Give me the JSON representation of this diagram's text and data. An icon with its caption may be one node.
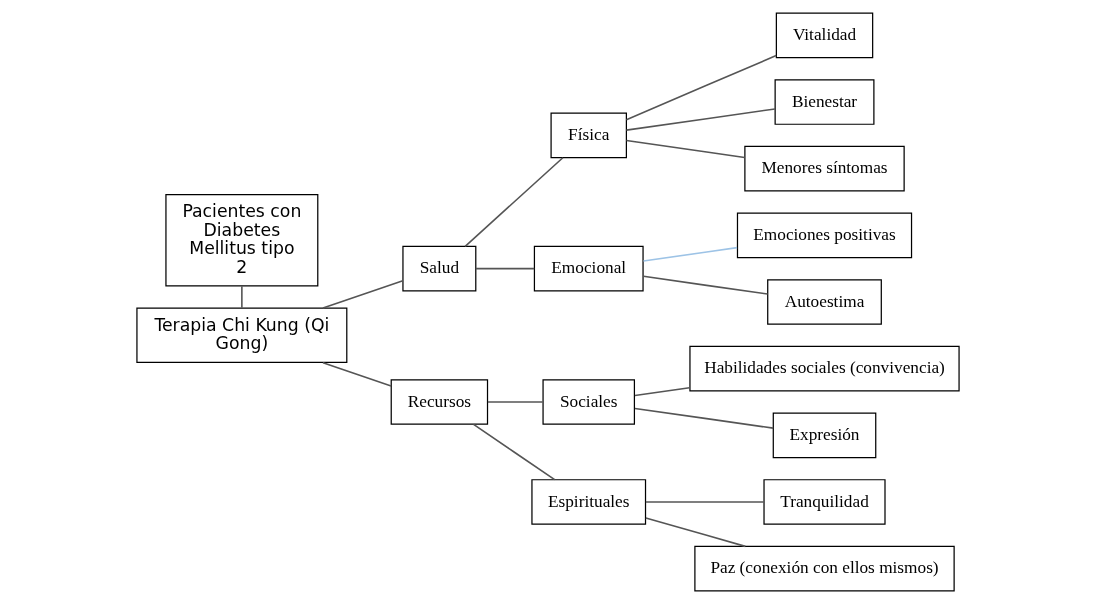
{
  "diagram": {
    "nodes": [
      {
        "text": [
          "Pacientes con Diabetes Mellitus tipo 2"
        ]
      },
      {
        "text": [
          "Terapia Chi Kung (Qi Gong)"
        ]
      },
      {
        "text": [
          "Salud"
        ]
      },
      {
        "text": [
          "Recursos"
        ]
      },
      {
        "text": [
          "Física"
        ]
      },
      {
        "text": [
          "Emocional"
        ]
      },
      {
        "text": [
          "Vitalidad"
        ]
      },
      {
        "text": [
          "Bienestar"
        ]
      },
      {
        "text": [
          "Menores síntomas"
        ]
      },
      {
        "text": [
          "Emociones positivas"
        ]
      },
      {
        "text": [
          "Autoestima"
        ]
      },
      {
        "text": [
          "Sociales"
        ]
      },
      {
        "text": [
          "Espirituales"
        ]
      },
      {
        "text": [
          "Habilidades sociales (convivencia)"
        ]
      },
      {
        "text": [
          "Expresión"
        ]
      },
      {
        "text": [
          "Tranquilidad"
        ]
      },
      {
        "text": [
          "Paz (conexión con ellos mismos)"
        ]
      }
    ],
    "edges": [
      {
        "from": 0,
        "to": 1,
        "arrow": "none"
      },
      {
        "from": 1,
        "to": 2,
        "arrow": "none"
      },
      {
        "from": 1,
        "to": 3,
        "arrow": "none"
      },
      {
        "from": 2,
        "to": 4,
        "arrow": "none"
      },
      {
        "from": 2,
        "to": 5,
        "arrow": "none"
      },
      {
        "from": 4,
        "to": 6,
        "arrow": "none"
      },
      {
        "from": 4,
        "to": 7,
        "arrow": "none"
      },
      {
        "from": 4,
        "to": 8,
        "arrow": "none"
      },
      {
        "from": 5,
        "to": 9,
        "arrow": "none",
        "color": "#9dc3e6"
      },
      {
        "from": 5,
        "to": 10,
        "arrow": "none"
      },
      {
        "from": 3,
        "to": 11,
        "arrow": "none"
      },
      {
        "from": 3,
        "to": 12,
        "arrow": "none"
      },
      {
        "from": 11,
        "to": 13,
        "arrow": "none"
      },
      {
        "from": 11,
        "to": 14,
        "arrow": "none"
      },
      {
        "from": 12,
        "to": 15,
        "arrow": "none"
      },
      {
        "from": 12,
        "to": 16,
        "arrow": "none"
      }
    ]
  }
}
